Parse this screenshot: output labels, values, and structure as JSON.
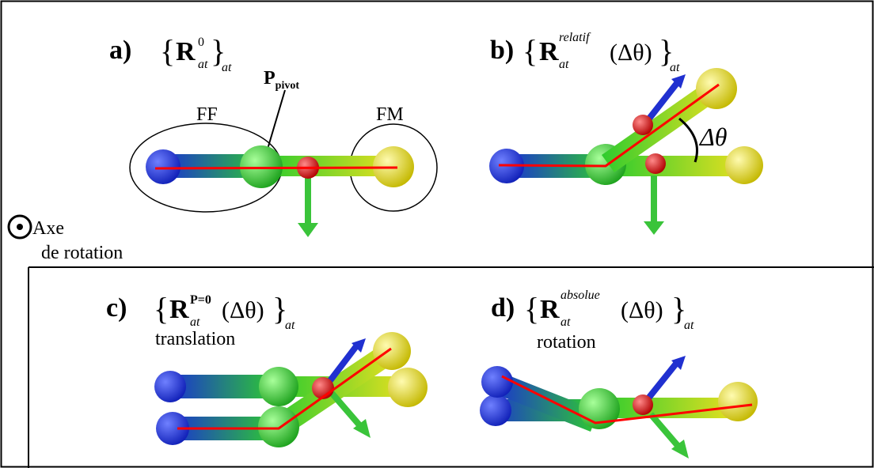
{
  "panels": {
    "a": {
      "letter": "a)",
      "symbol": "R",
      "superscript": "0",
      "subscript": "at",
      "outer_subscript": "at",
      "pivot_label": "P",
      "pivot_sub": "pivot",
      "left_region": "FF",
      "right_region": "FM"
    },
    "b": {
      "letter": "b)",
      "symbol": "R",
      "superscript": "relatif",
      "subscript": "at",
      "argument": "(Δθ)",
      "outer_subscript": "at",
      "angle_label": "Δθ"
    },
    "c": {
      "letter": "c)",
      "symbol": "R",
      "superscript": "P=0",
      "subscript": "at",
      "argument": "(Δθ)",
      "outer_subscript": "at",
      "caption": "translation"
    },
    "d": {
      "letter": "d)",
      "symbol": "R",
      "superscript": "absolue",
      "subscript": "at",
      "argument": "(Δθ)",
      "outer_subscript": "at",
      "caption": "rotation"
    }
  },
  "legend": {
    "line1": "Axe",
    "line2": "de rotation"
  },
  "colors": {
    "frame": "#000000",
    "axis_line": "#ff0000",
    "blue_segment": "#1a2fd6",
    "green_joint": "#2ecc2e",
    "yellow_segment": "#e8e020",
    "red_pivot": "#d81818",
    "arrow_green": "#3ac43a",
    "arrow_blue": "#2030d0"
  }
}
